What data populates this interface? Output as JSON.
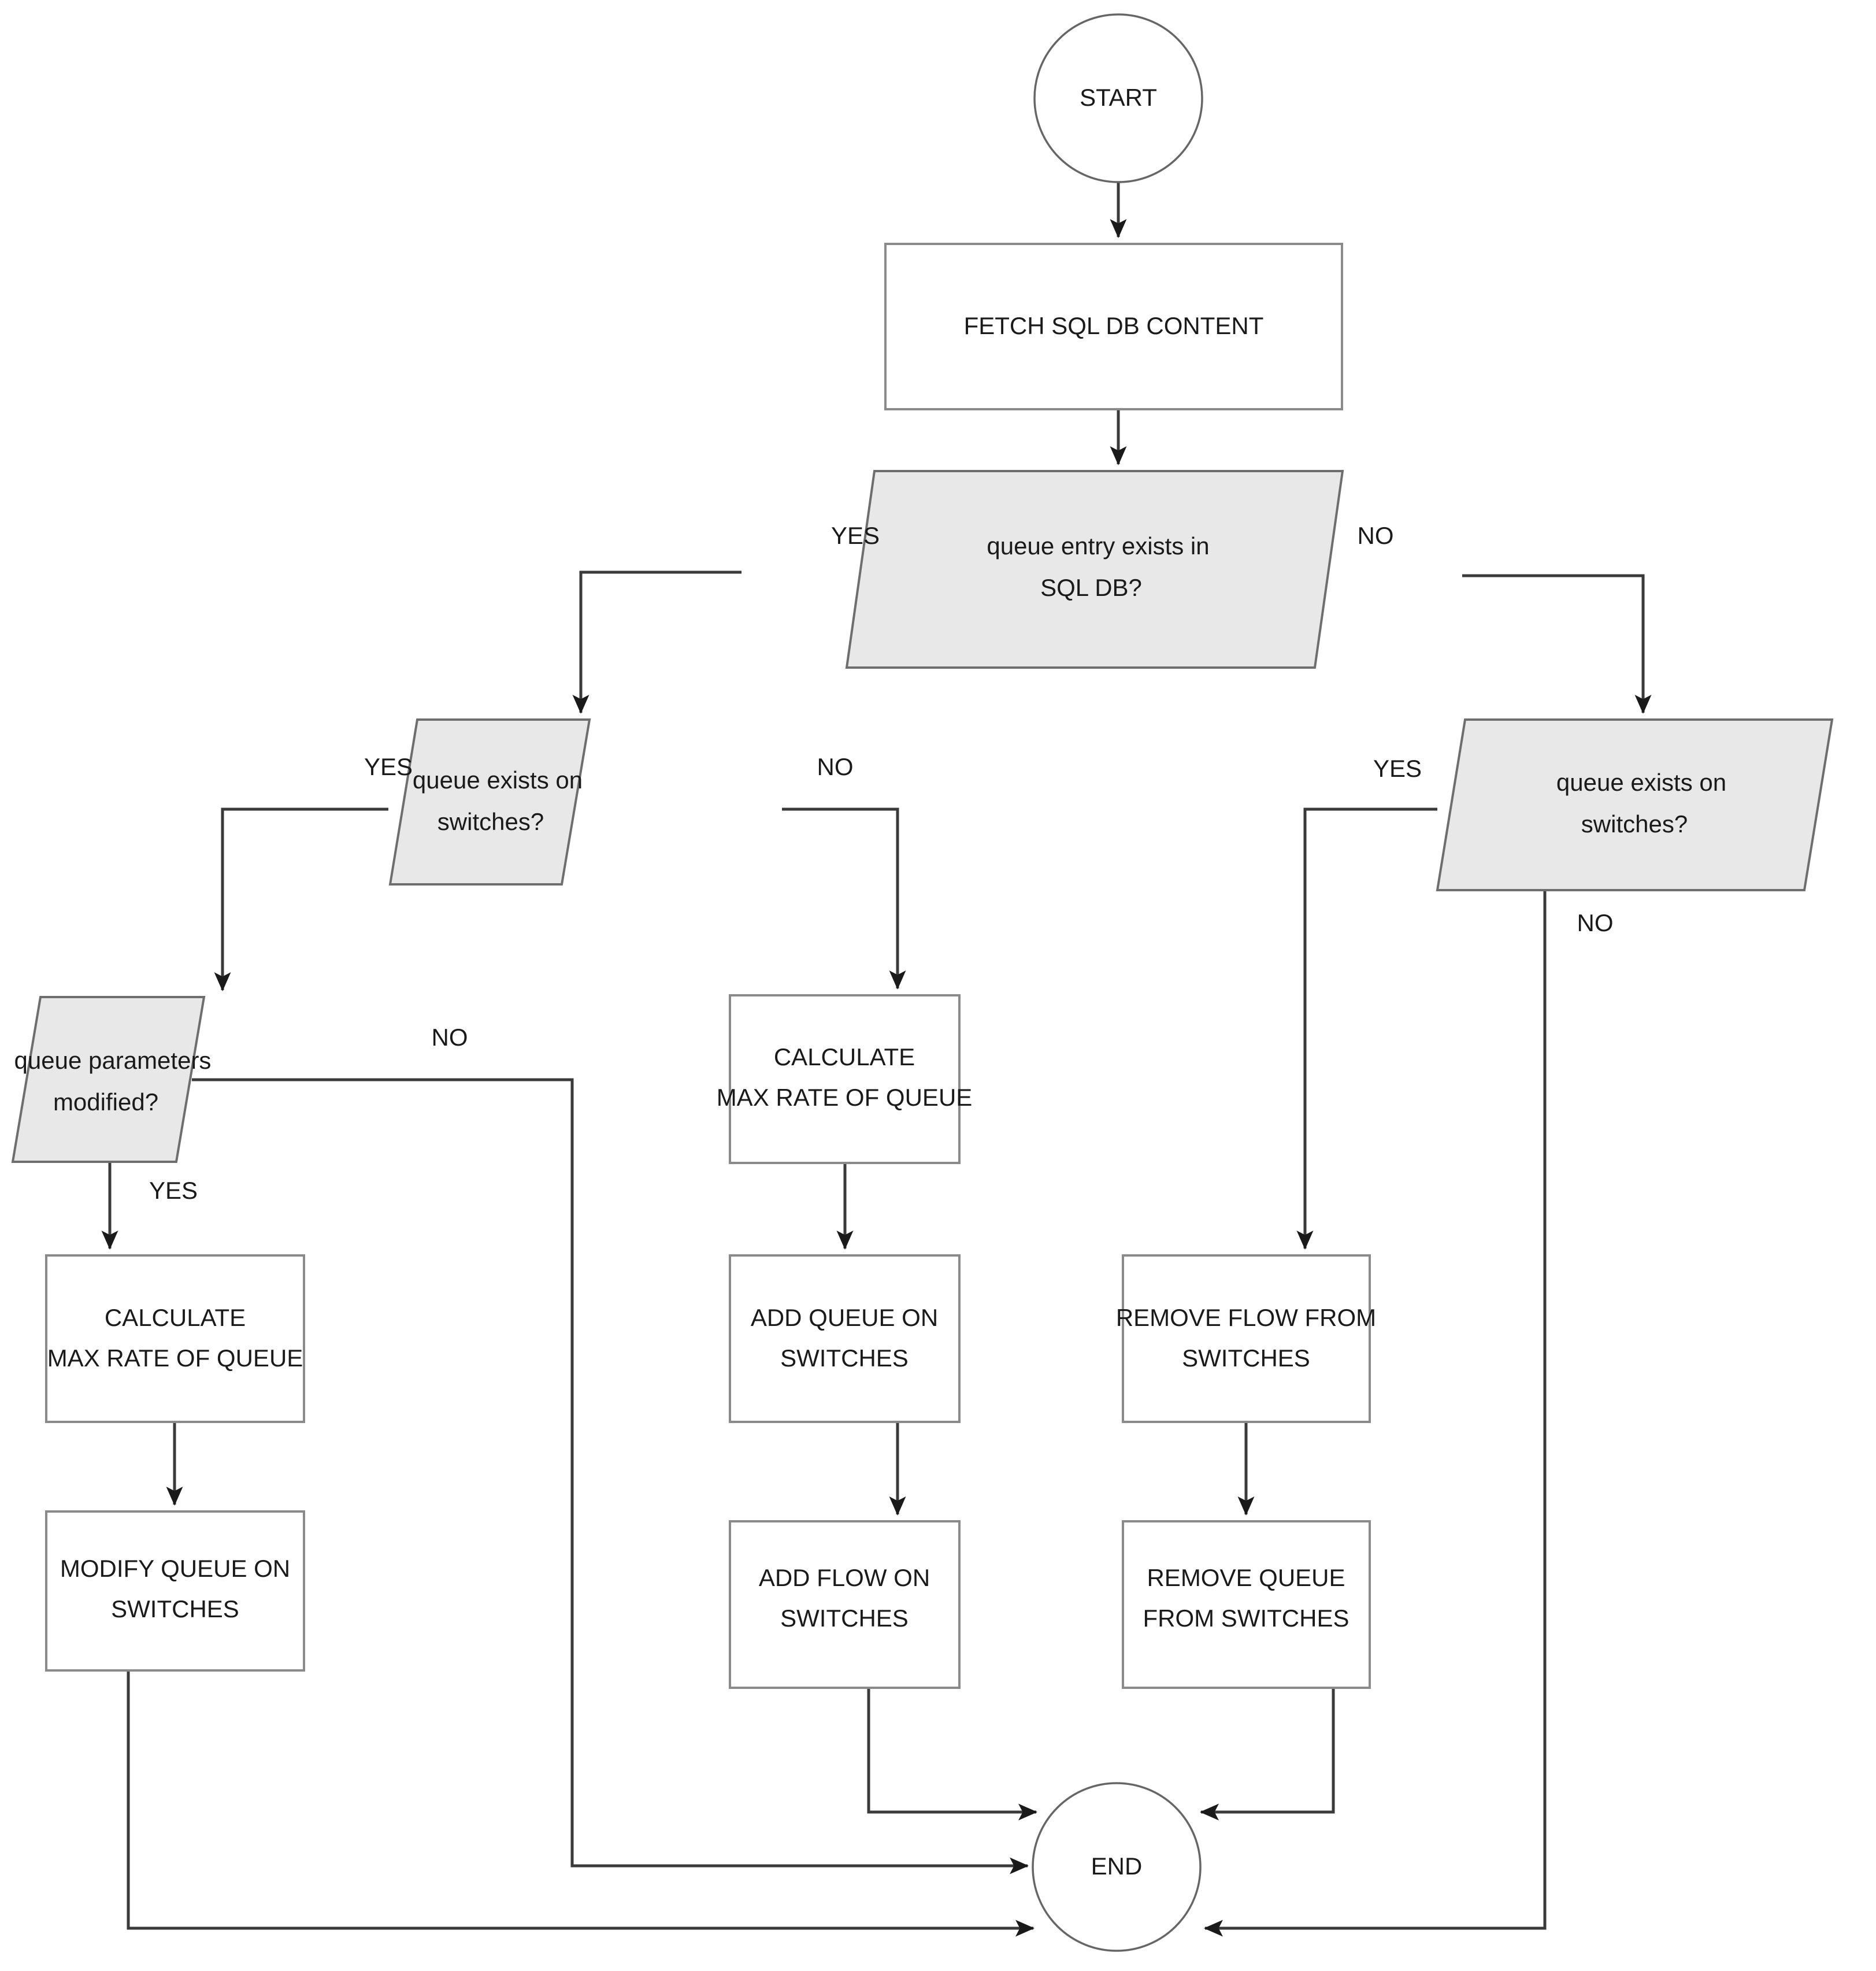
{
  "diagram": {
    "title": "Queue Management Flowchart",
    "background_color": "#ffffff",
    "decision_fill_color": "#e8e8e8",
    "process_fill_color": "#ffffff",
    "line_color": "#3a3a3a"
  },
  "nodes": {
    "start": {
      "label": "START",
      "type": "terminator"
    },
    "fetch": {
      "label": "FETCH SQL DB CONTENT",
      "type": "process"
    },
    "dec_entry": {
      "line1": "queue entry exists in",
      "line2": "SQL DB?",
      "type": "decision"
    },
    "dec_switch_left": {
      "line1": "queue exists on",
      "line2": "switches?",
      "type": "decision"
    },
    "dec_switch_right": {
      "line1": "queue exists on",
      "line2": "switches?",
      "type": "decision"
    },
    "dec_params": {
      "line1": "queue parameters",
      "line2": "modified?",
      "type": "decision"
    },
    "calc_left": {
      "line1": "CALCULATE",
      "line2": "MAX RATE OF QUEUE",
      "type": "process"
    },
    "calc_mid": {
      "line1": "CALCULATE",
      "line2": "MAX RATE OF QUEUE",
      "type": "process"
    },
    "modify_queue": {
      "line1": "MODIFY QUEUE ON",
      "line2": "SWITCHES",
      "type": "process"
    },
    "add_queue": {
      "line1": "ADD QUEUE ON",
      "line2": "SWITCHES",
      "type": "process"
    },
    "add_flow": {
      "line1": "ADD FLOW ON",
      "line2": "SWITCHES",
      "type": "process"
    },
    "remove_flow": {
      "line1": "REMOVE FLOW FROM",
      "line2": "SWITCHES",
      "type": "process"
    },
    "remove_queue": {
      "line1": "REMOVE QUEUE",
      "line2": "FROM SWITCHES",
      "type": "process"
    },
    "end": {
      "label": "END",
      "type": "terminator"
    }
  },
  "edge_labels": {
    "entry_yes": "YES",
    "entry_no": "NO",
    "left_switch_yes": "YES",
    "left_switch_no": "NO",
    "right_switch_yes": "YES",
    "right_switch_no": "NO",
    "params_yes": "YES",
    "params_no": "NO"
  }
}
